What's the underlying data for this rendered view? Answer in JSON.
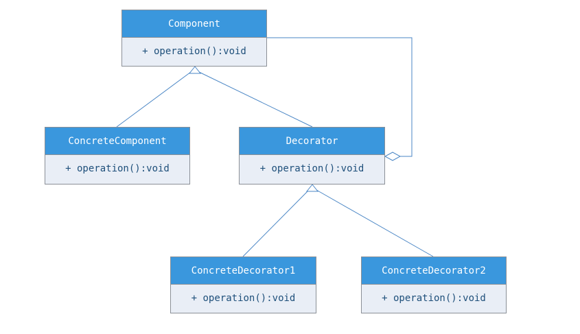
{
  "classes": {
    "component": {
      "name": "Component",
      "operation": "+ operation():void"
    },
    "concrete_component": {
      "name": "ConcreteComponent",
      "operation": "+ operation():void"
    },
    "decorator": {
      "name": "Decorator",
      "operation": "+ operation():void"
    },
    "concrete_decorator1": {
      "name": "ConcreteDecorator1",
      "operation": "+ operation():void"
    },
    "concrete_decorator2": {
      "name": "ConcreteDecorator2",
      "operation": "+ operation():void"
    }
  },
  "relationships": [
    {
      "type": "generalization",
      "from": "ConcreteComponent",
      "to": "Component"
    },
    {
      "type": "generalization",
      "from": "Decorator",
      "to": "Component"
    },
    {
      "type": "aggregation",
      "from": "Decorator",
      "to": "Component"
    },
    {
      "type": "generalization",
      "from": "ConcreteDecorator1",
      "to": "Decorator"
    },
    {
      "type": "generalization",
      "from": "ConcreteDecorator2",
      "to": "Decorator"
    }
  ],
  "colors": {
    "header_fill": "#3a97dd",
    "body_fill": "#e9eef6",
    "border": "#8a8f96",
    "line": "#4a86c5",
    "header_text": "#ffffff",
    "body_text": "#1e4f7a"
  }
}
